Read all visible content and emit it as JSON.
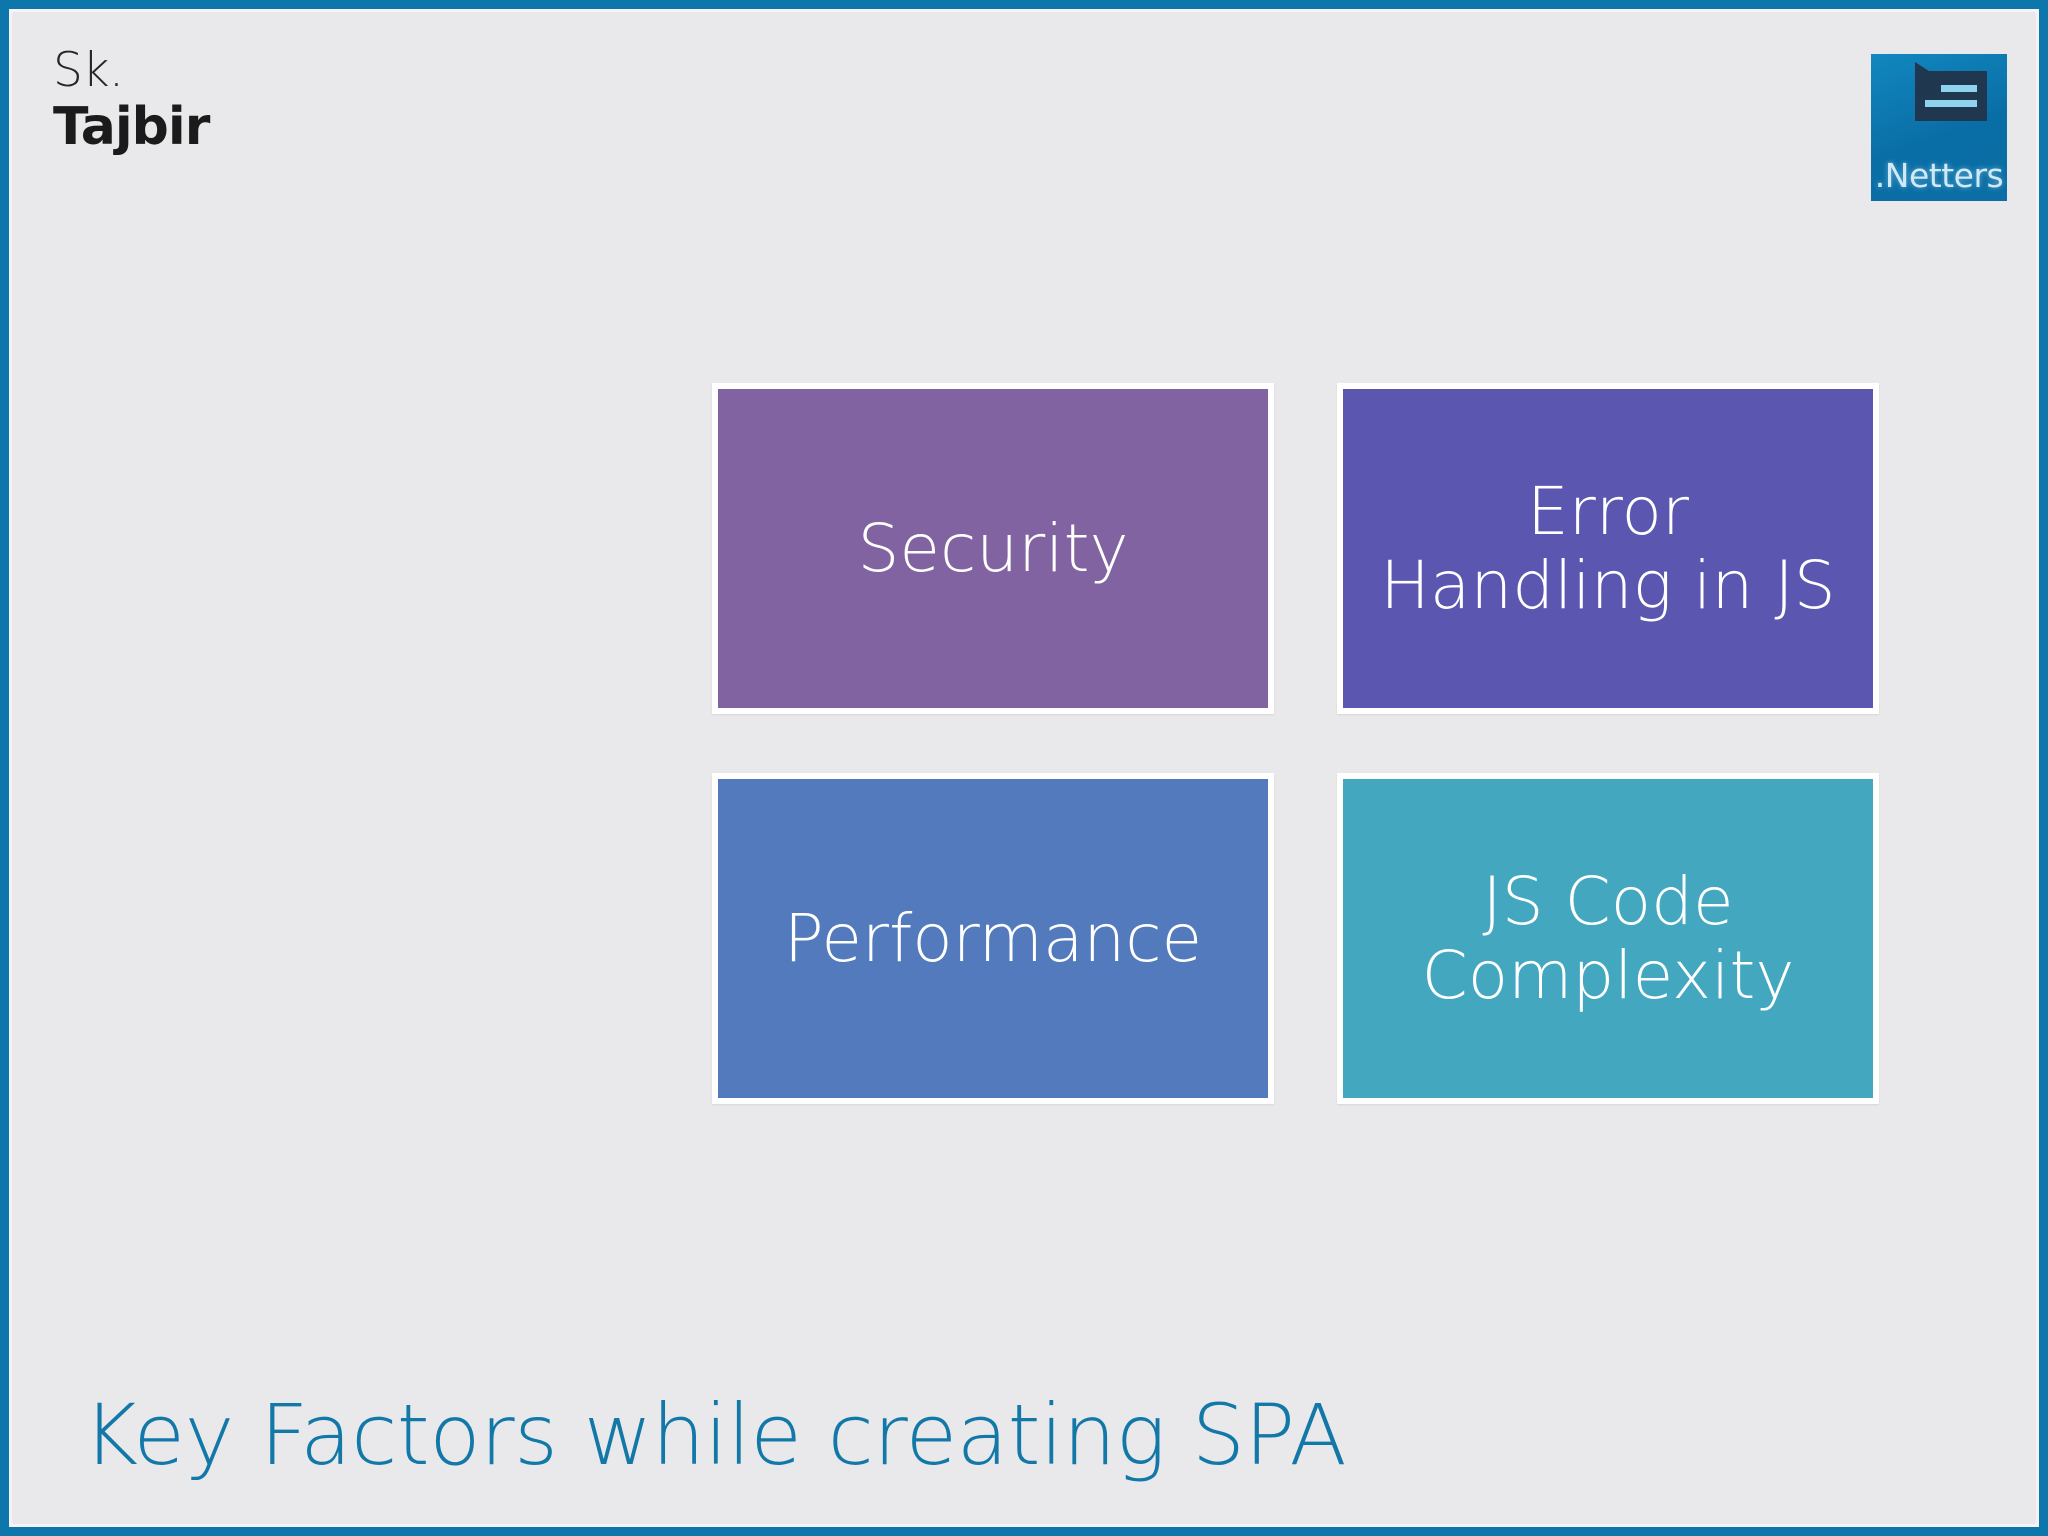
{
  "slide": {
    "background_color": "#E9E8EA",
    "border_color": "#0D77AB",
    "title": "Key Factors while creating SPA",
    "title_color": "#1278A8"
  },
  "author_logo": {
    "line1": "Sk.",
    "line2": "Tajbir",
    "color": "#1B1B1B"
  },
  "brand_badge": {
    "name": ".Netters",
    "background_color": "#0B6EA4",
    "icon": "speech-bubble-icon",
    "text_color": "#CFE9F7"
  },
  "cards": [
    {
      "label": "Security",
      "color": "#8063A0",
      "row": 0,
      "col": 0
    },
    {
      "label": "Error\nHandling in JS",
      "color": "#5B56B0",
      "row": 0,
      "col": 1
    },
    {
      "label": "Performance",
      "color": "#527ABD",
      "row": 1,
      "col": 0
    },
    {
      "label": "JS Code\nComplexity",
      "color": "#44A7C0",
      "row": 1,
      "col": 1
    }
  ]
}
